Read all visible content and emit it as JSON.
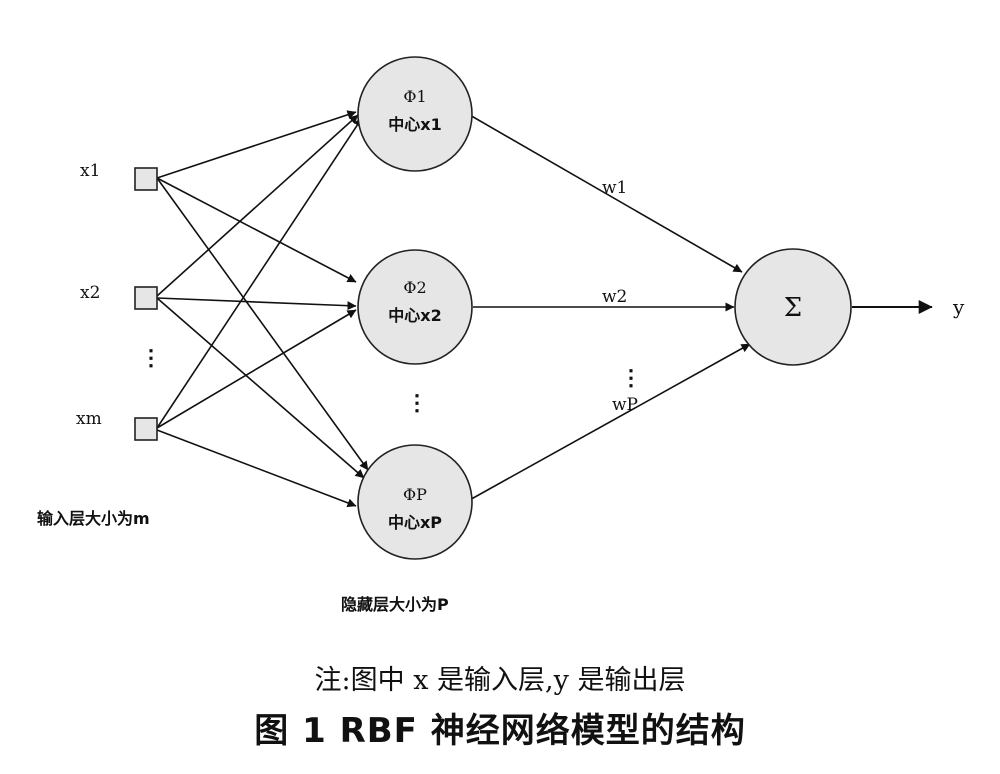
{
  "inputs": [
    {
      "label": "x1"
    },
    {
      "label": "x2"
    },
    {
      "label": "xm"
    }
  ],
  "input_ellipsis": "⋮",
  "input_layer_label": "输入层大小为m",
  "hidden": [
    {
      "phi": "Φ1",
      "center": "中心x1"
    },
    {
      "phi": "Φ2",
      "center": "中心x2"
    },
    {
      "phi": "ΦP",
      "center": "中心xP"
    }
  ],
  "hidden_ellipsis": "⋮",
  "hidden_layer_label": "隐藏层大小为P",
  "weights": [
    "w1",
    "w2",
    "wP"
  ],
  "weight_ellipsis": "⋮",
  "output_symbol": "Σ",
  "output_label": "y",
  "note": "注:图中 x 是输入层,y 是输出层",
  "caption": "图 1   RBF 神经网络模型的结构"
}
